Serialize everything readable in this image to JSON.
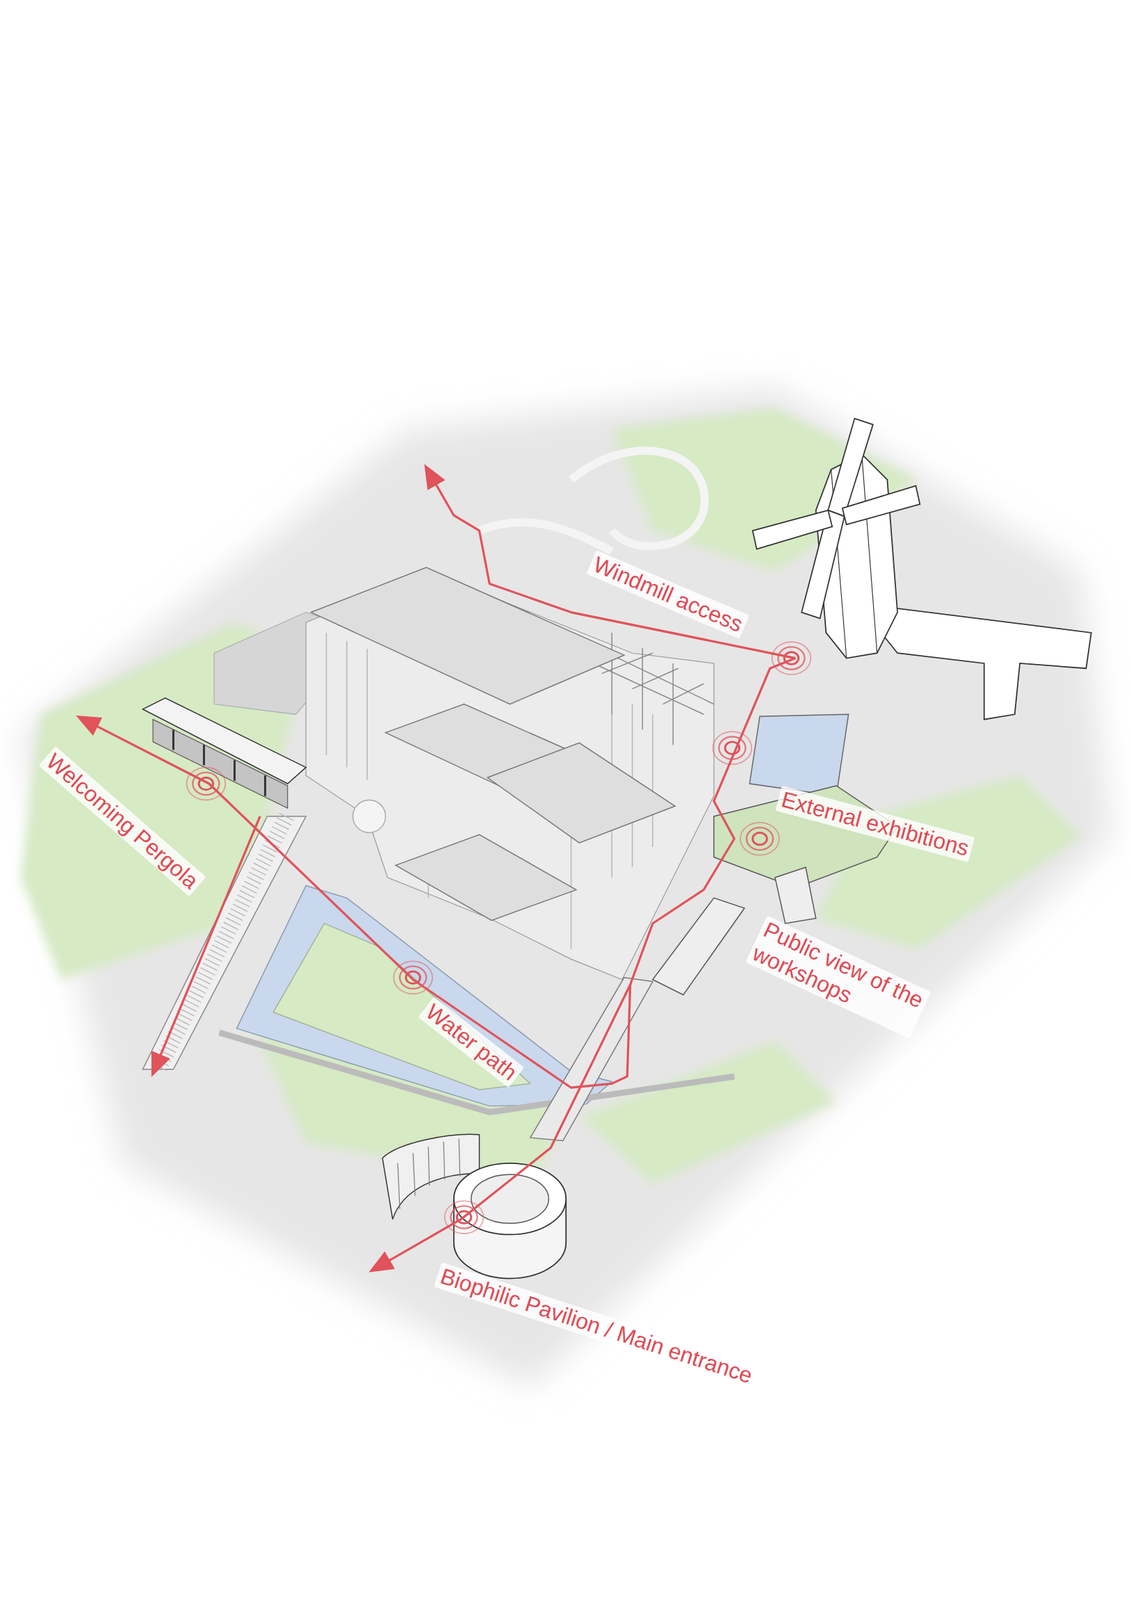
{
  "diagram": {
    "labels": [
      "Windmill access",
      "Welcoming Pergola",
      "External exhibitions",
      "Public view of the workshops",
      "Water path",
      "Biophilic Pavilion / Main entrance"
    ]
  }
}
